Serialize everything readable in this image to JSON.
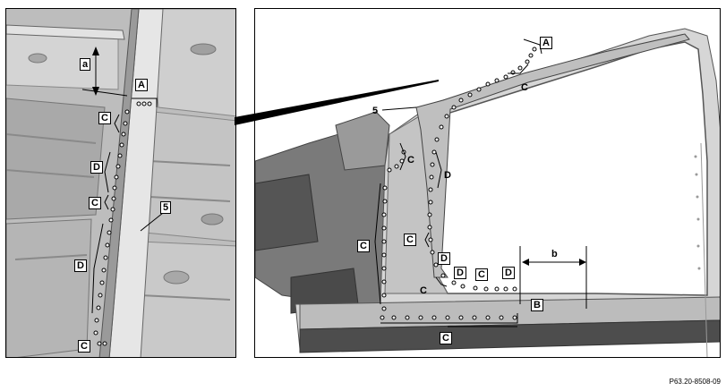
{
  "figure_id": "P63.20-8508-09",
  "left_labels": {
    "a": "a",
    "A": "A",
    "C1": "C",
    "D1": "D",
    "C2": "C",
    "five": "5",
    "D2": "D",
    "C3": "C"
  },
  "right_labels": {
    "A": "A",
    "C1": "C",
    "five": "5",
    "C2": "C",
    "D1": "D",
    "C3": "C",
    "C4": "C",
    "D2": "D",
    "D3": "D",
    "C5": "C",
    "D4": "D",
    "C6": "C",
    "b": "b",
    "B": "B",
    "C7": "C"
  }
}
